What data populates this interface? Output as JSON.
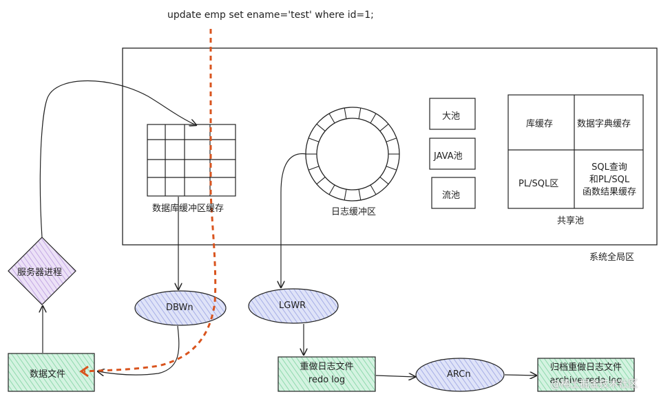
{
  "sql": "update emp set ename='test' where id=1;",
  "sga": {
    "label": "系统全局区",
    "buffer_cache_label": "数据库缓冲区缓存",
    "log_buffer_label": "日志缓冲区",
    "large_pool": "大池",
    "java_pool": "JAVA池",
    "stream_pool": "流池",
    "shared_pool": {
      "label": "共享池",
      "library_cache": "库缓存",
      "dict_cache": "数据字典缓存",
      "plsql_area": "PL/SQL区",
      "result_cache_l1": "SQL查询",
      "result_cache_l2": "和PL/SQL",
      "result_cache_l3": "函数结果缓存"
    }
  },
  "processes": {
    "server": "服务器进程",
    "dbwn": "DBWn",
    "lgwr": "LGWR",
    "arcn": "ARCn"
  },
  "files": {
    "data_file": "数据文件",
    "redo_l1": "重做日志文件",
    "redo_l2": "redo log",
    "archive_l1": "归档重做日志文件",
    "archive_l2": "archive redo log"
  },
  "watermark": "@稀土掘金技术社区",
  "colors": {
    "process_fill": "#d6dcf4",
    "server_fill": "#e4d7f1",
    "file_fill": "#c9efd8",
    "highlight": "#d9541e"
  }
}
